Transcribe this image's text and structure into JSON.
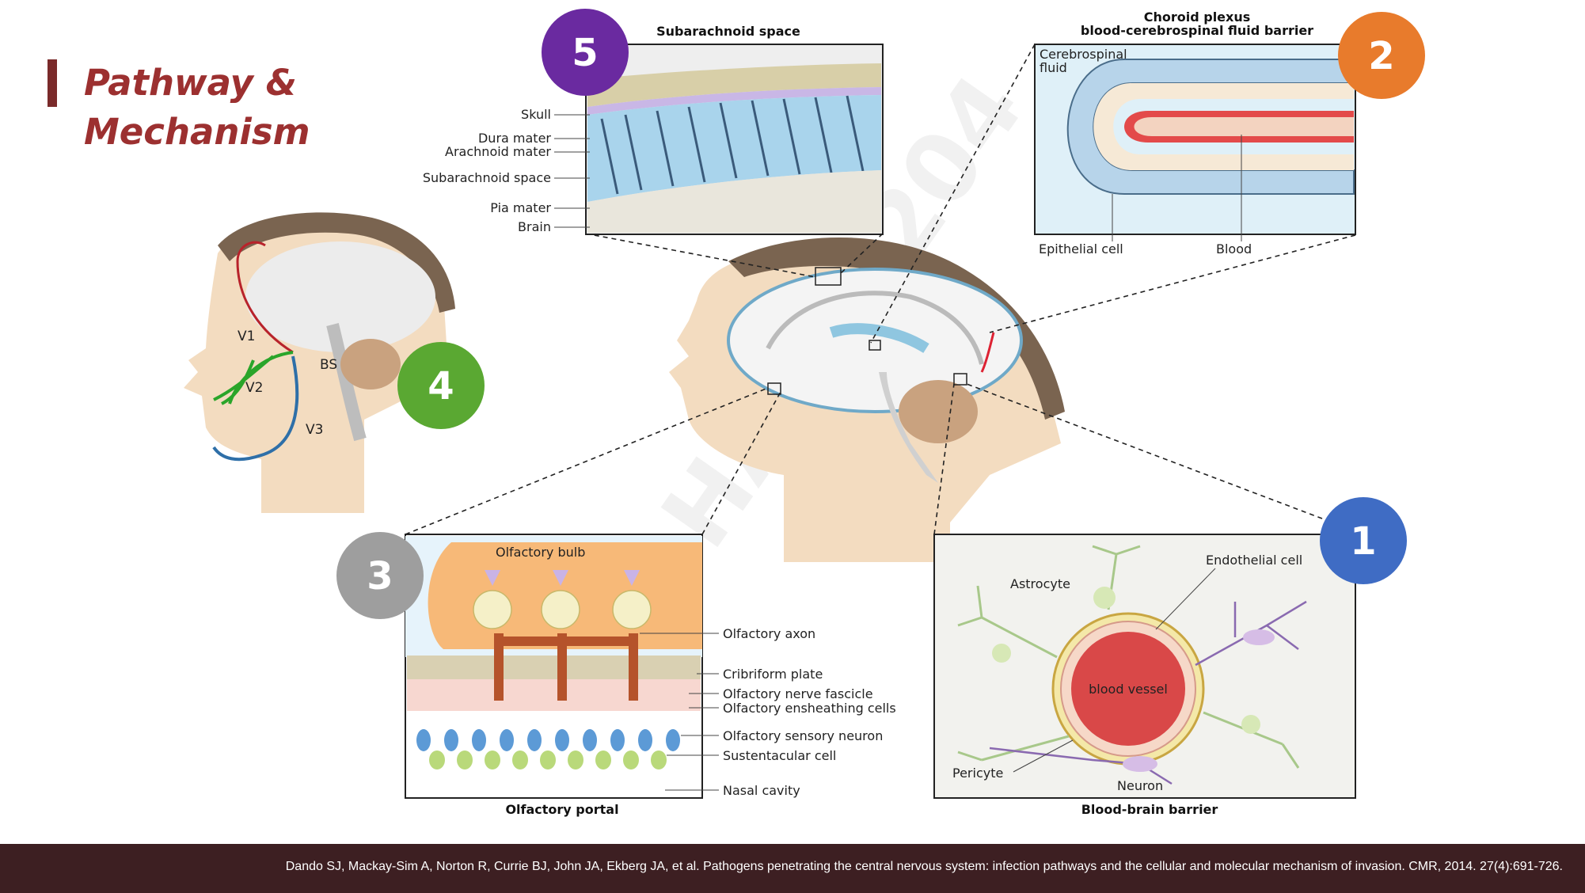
{
  "slide": {
    "title": "Pathway & Mechanism"
  },
  "watermark": "HANOI204",
  "badges": [
    {
      "number": "5",
      "color": "#6a2aa0"
    },
    {
      "number": "2",
      "color": "#e87b2c"
    },
    {
      "number": "4",
      "color": "#5aa832"
    },
    {
      "number": "3",
      "color": "#9e9e9e"
    },
    {
      "number": "1",
      "color": "#3f6cc4"
    }
  ],
  "panel5": {
    "caption": "Subarachnoid space",
    "labels": [
      "Skull",
      "Dura mater",
      "Arachnoid mater",
      "Subarachnoid space",
      "Pia mater",
      "Brain"
    ]
  },
  "panel2": {
    "caption_line1": "Choroid plexus",
    "caption_line2": "blood-cerebrospinal fluid barrier",
    "label_csf": "Cerebrospinal",
    "label_csf2": "fluid",
    "label_epithelial": "Epithelial cell",
    "label_blood": "Blood"
  },
  "panel4": {
    "labels": [
      "V1",
      "V2",
      "V3",
      "BS"
    ]
  },
  "panel3": {
    "caption": "Olfactory portal",
    "bulb_label": "Olfactory bulb",
    "labels": [
      "Olfactory axon",
      "Cribriform plate",
      "Olfactory nerve fascicle",
      "Olfactory ensheathing cells",
      "Olfactory sensory neuron",
      "Sustentacular cell",
      "Nasal cavity"
    ]
  },
  "panel1": {
    "caption": "Blood-brain barrier",
    "vessel_label": "blood vessel",
    "labels": [
      "Endothelial cell",
      "Astrocyte",
      "Pericyte",
      "Neuron"
    ]
  },
  "footer": {
    "citation": "Dando SJ, Mackay-Sim A, Norton R, Currie BJ, John JA, Ekberg JA, et al. Pathogens penetrating the central nervous system: infection pathways and the cellular and molecular mechanism of invasion. CMR, 2014. 27(4):691-726."
  }
}
